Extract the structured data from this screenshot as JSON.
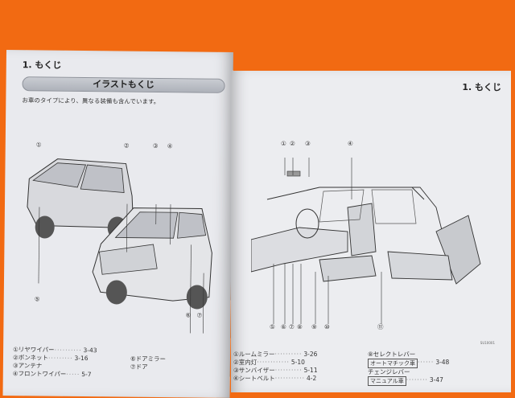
{
  "left_page": {
    "section": "1. もくじ",
    "title": "イラストもくじ",
    "note": "お車のタイプにより、異なる装備も含んでいます。",
    "callouts": [
      "①",
      "②",
      "③",
      "④",
      "⑤",
      "⑥",
      "⑦"
    ],
    "index": [
      {
        "label": "①リヤワイパー",
        "page": "3-43"
      },
      {
        "label": "②ボンネット",
        "page": "3-16"
      },
      {
        "label": "③アンテナ",
        "page": ""
      },
      {
        "label": "④フロントワイパー",
        "page": "5-7"
      }
    ],
    "index2": [
      {
        "label": "⑥ドアミラー",
        "page": ""
      },
      {
        "label": "⑦ドア",
        "page": ""
      }
    ]
  },
  "right_page": {
    "section": "1. もくじ",
    "callouts_top": [
      "①",
      "②",
      "③",
      "④"
    ],
    "callouts_bottom": [
      "⑤",
      "⑥",
      "⑦",
      "⑧",
      "⑨",
      "⑩",
      "⑪"
    ],
    "code": "SU10001",
    "index": [
      {
        "label": "①ルームミラー",
        "page": "3-26"
      },
      {
        "label": "②室内灯",
        "page": "5-10"
      },
      {
        "label": "③サンバイザー",
        "page": "5-11"
      },
      {
        "label": "④シートベルト",
        "page": "4-2"
      }
    ],
    "index2_title": "⑧セレクトレバー",
    "index2_box1": "オートマチック車",
    "index2_box1_page": "3-48",
    "index2_sub": "チェンジレバー",
    "index2_box2": "マニュアル車",
    "index2_box2_page": "3-47"
  }
}
